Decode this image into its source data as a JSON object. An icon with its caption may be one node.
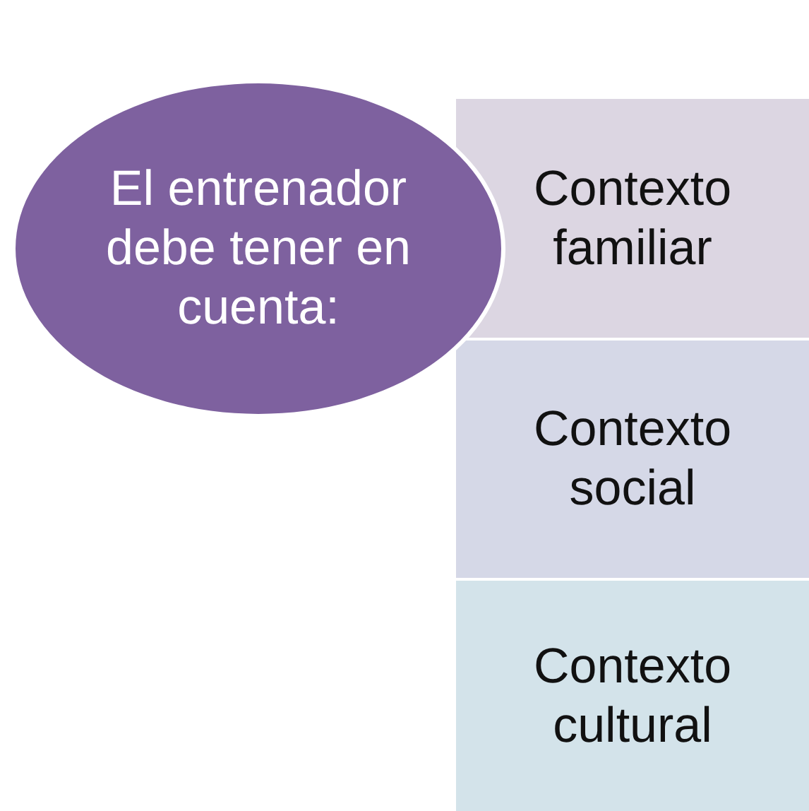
{
  "diagram": {
    "nodes": [
      {
        "text": [
          "Contexto familiar"
        ]
      },
      {
        "text": [
          "Contexto social"
        ]
      },
      {
        "text": [
          "Contexto cultural"
        ]
      },
      {
        "text": [
          "El entrenador debe tener en cuenta:"
        ]
      }
    ]
  }
}
